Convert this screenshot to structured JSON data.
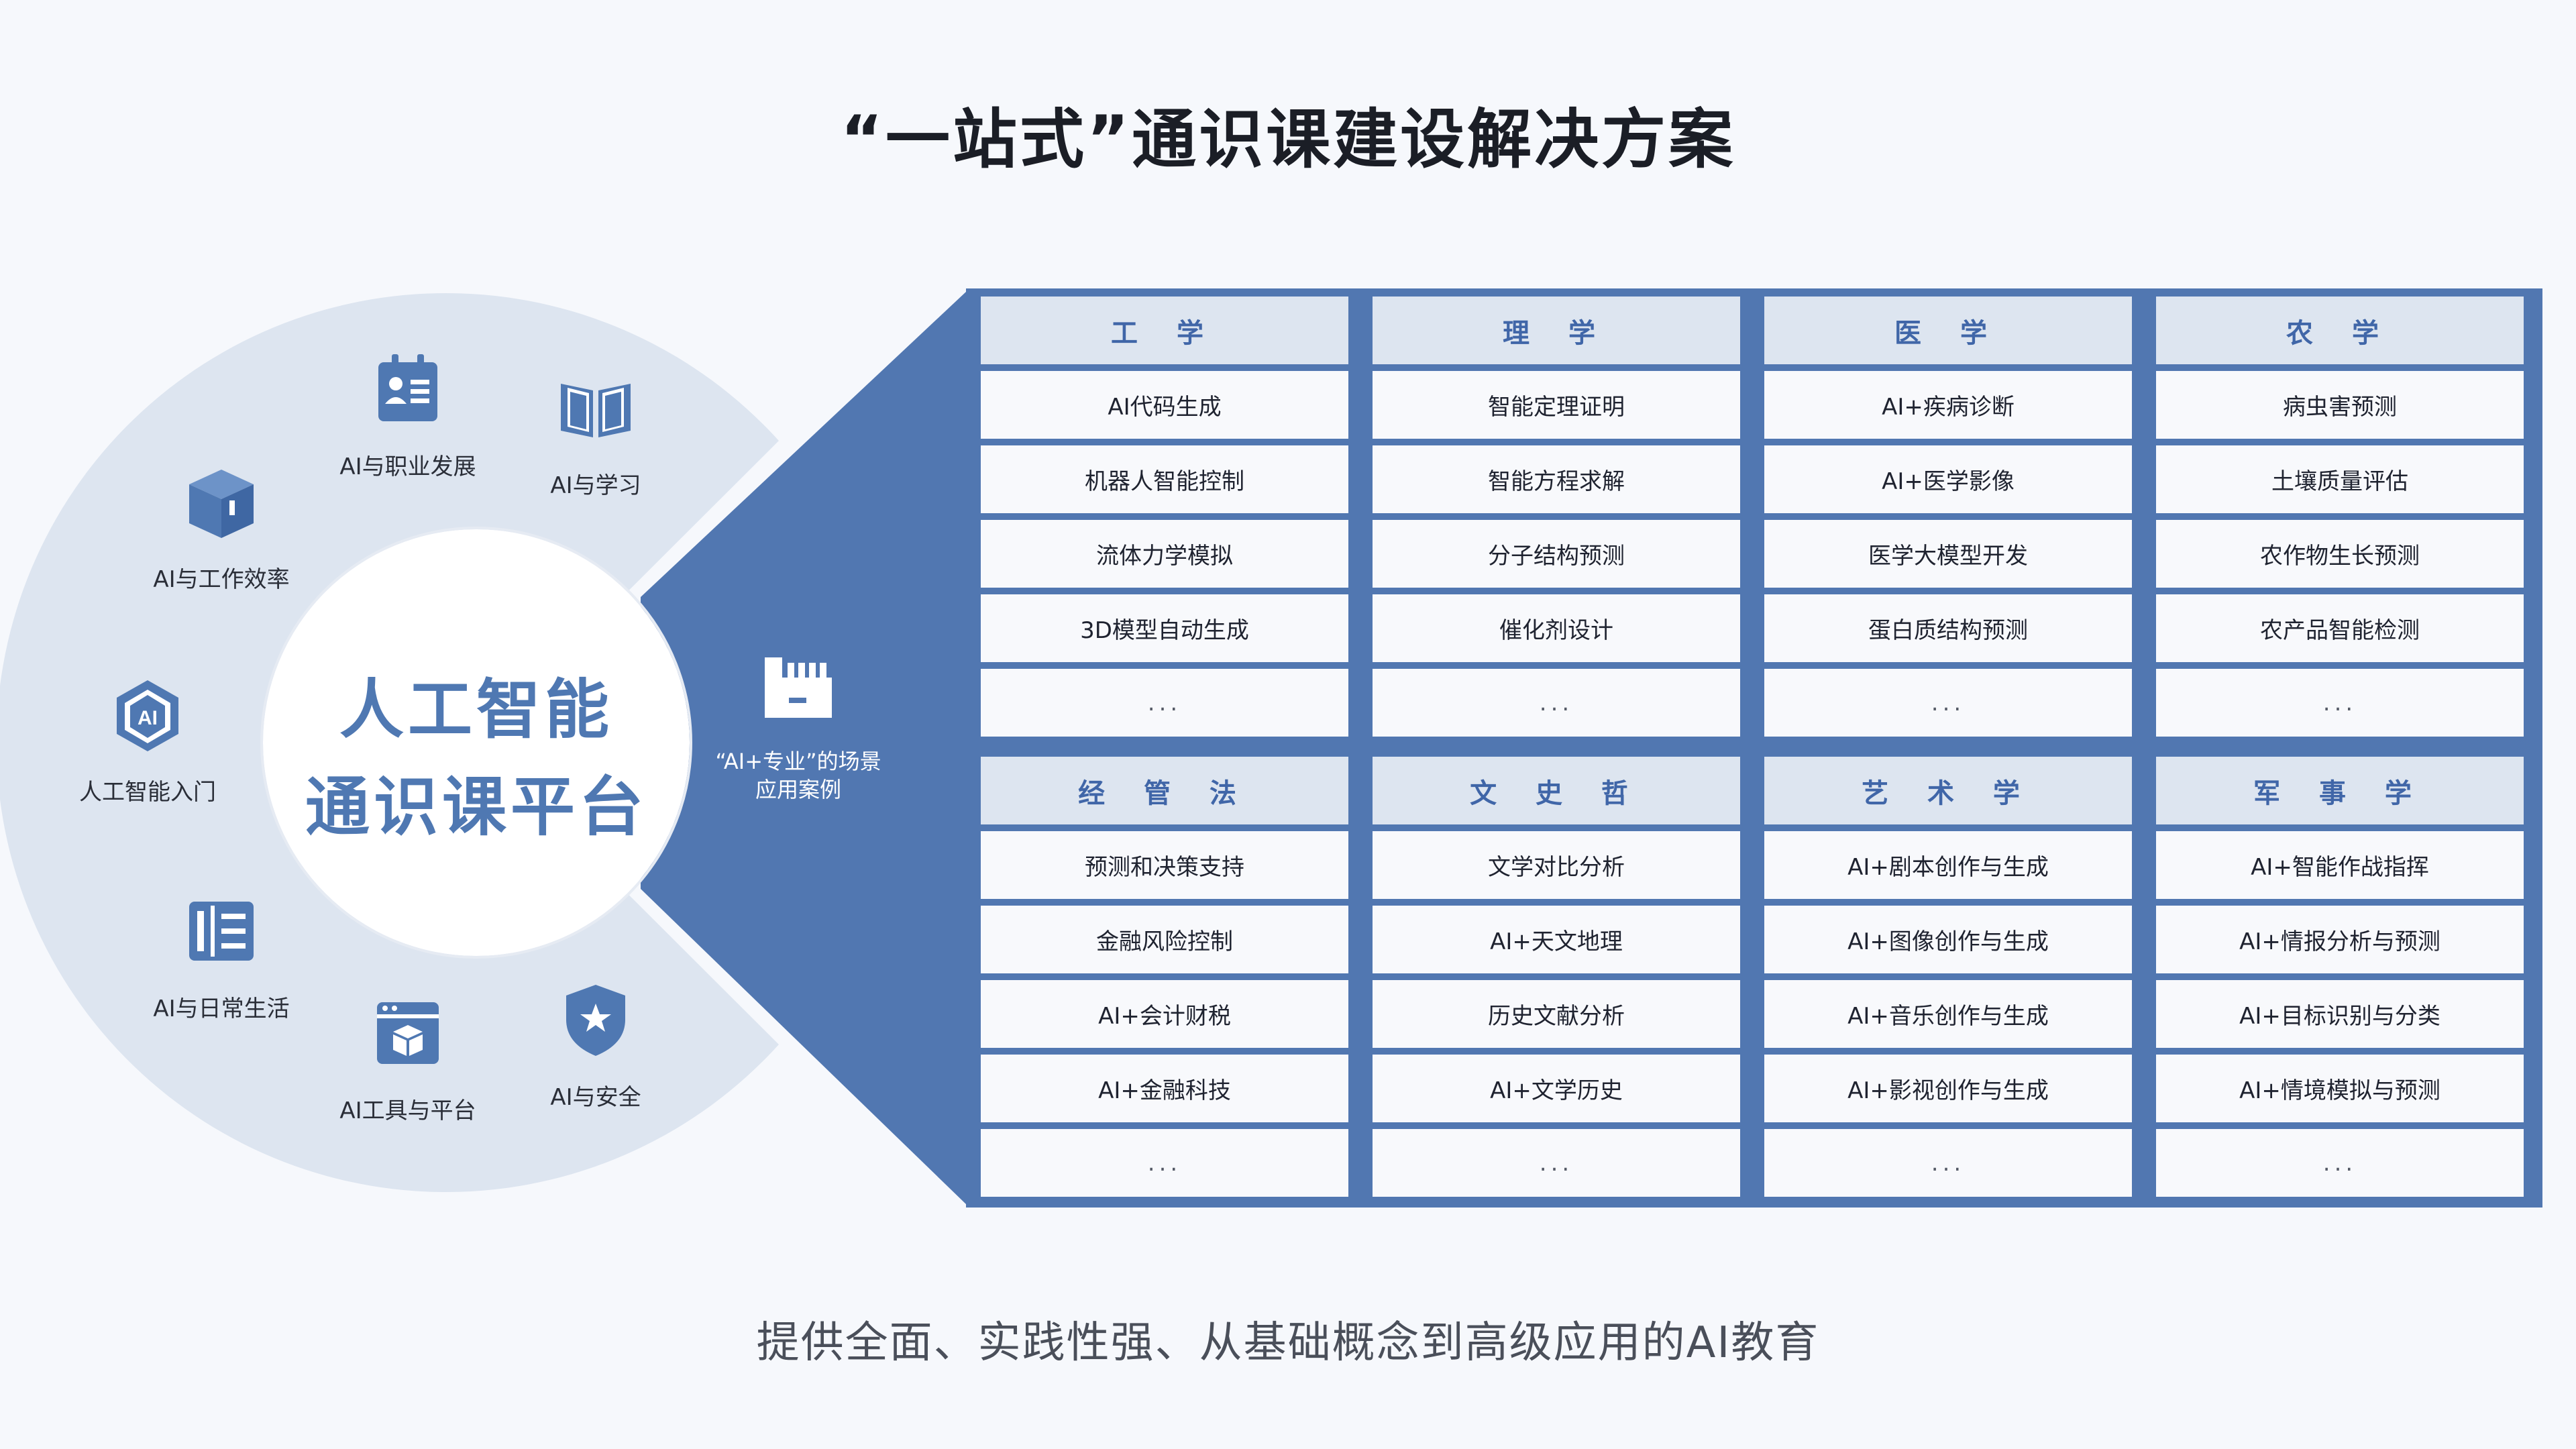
{
  "title": "“一站式”通识课建设解决方案",
  "subtitle": "提供全面、实践性强、从基础概念到高级应用的AI教育",
  "platform": {
    "line1": "人工智能",
    "line2": "通识课平台"
  },
  "scene_label": {
    "line1": "“AI+专业”的场景",
    "line2": "应用案例"
  },
  "colors": {
    "accent": "#5177b1",
    "ring": "#dde5f0",
    "heading": "#4066a8"
  },
  "modules": [
    {
      "label": "AI与职业发展",
      "icon": "id-card-icon"
    },
    {
      "label": "AI与学习",
      "icon": "open-book-icon"
    },
    {
      "label": "AI与工作效率",
      "icon": "cube-icon"
    },
    {
      "label": "人工智能入门",
      "icon": "ai-badge-icon"
    },
    {
      "label": "AI与日常生活",
      "icon": "panel-icon"
    },
    {
      "label": "AI工具与平台",
      "icon": "toolbox-icon"
    },
    {
      "label": "AI与安全",
      "icon": "shield-icon"
    }
  ],
  "disciplines": [
    {
      "name": "工 学",
      "items": [
        "AI代码生成",
        "机器人智能控制",
        "流体力学模拟",
        "3D模型自动生成",
        "..."
      ]
    },
    {
      "name": "理 学",
      "items": [
        "智能定理证明",
        "智能方程求解",
        "分子结构预测",
        "催化剂设计",
        "..."
      ]
    },
    {
      "name": "医 学",
      "items": [
        "AI+疾病诊断",
        "AI+医学影像",
        "医学大模型开发",
        "蛋白质结构预测",
        "..."
      ]
    },
    {
      "name": "农 学",
      "items": [
        "病虫害预测",
        "土壤质量评估",
        "农作物生长预测",
        "农产品智能检测",
        "..."
      ]
    },
    {
      "name": "经 管 法",
      "items": [
        "预测和决策支持",
        "金融风险控制",
        "AI+会计财税",
        "AI+金融科技",
        "..."
      ]
    },
    {
      "name": "文 史 哲",
      "items": [
        "文学对比分析",
        "AI+天文地理",
        "历史文献分析",
        "AI+文学历史",
        "..."
      ]
    },
    {
      "name": "艺 术 学",
      "items": [
        "AI+剧本创作与生成",
        "AI+图像创作与生成",
        "AI+音乐创作与生成",
        "AI+影视创作与生成",
        "..."
      ]
    },
    {
      "name": "军 事 学",
      "items": [
        "AI+智能作战指挥",
        "AI+情报分析与预测",
        "AI+目标识别与分类",
        "AI+情境模拟与预测",
        "..."
      ]
    }
  ]
}
